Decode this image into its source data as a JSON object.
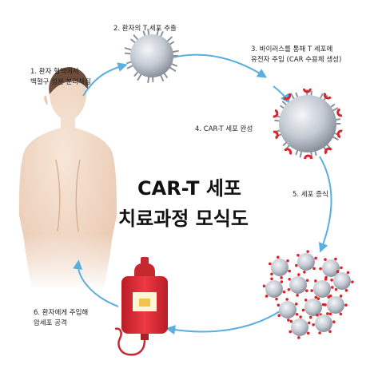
{
  "diagram": {
    "title_line1": "CAR-T 세포",
    "title_line2": "치료과정 모식도",
    "steps": [
      {
        "line1": "1. 환자 혈액에서",
        "line2": "백혈구 성분 분리채집"
      },
      {
        "line1": "2. 환자의 T 세포 추출"
      },
      {
        "line1": "3. 바이러스를 통해 T 세포에",
        "line2": "유전자 주입 (CAR 수용체 생성)"
      },
      {
        "line1": "4. CAR-T 세포 완성"
      },
      {
        "line1": "5. 세포 증식"
      },
      {
        "line1": "6. 환자에게 주입해",
        "line2": "암세포 공격"
      }
    ],
    "colors": {
      "arrow": "#5aaee0",
      "cell": "#b8bec8",
      "receptor": "#d9242a",
      "body": "#f2d8c6",
      "blood_bag": "#e0303a",
      "title": "#111111"
    }
  }
}
